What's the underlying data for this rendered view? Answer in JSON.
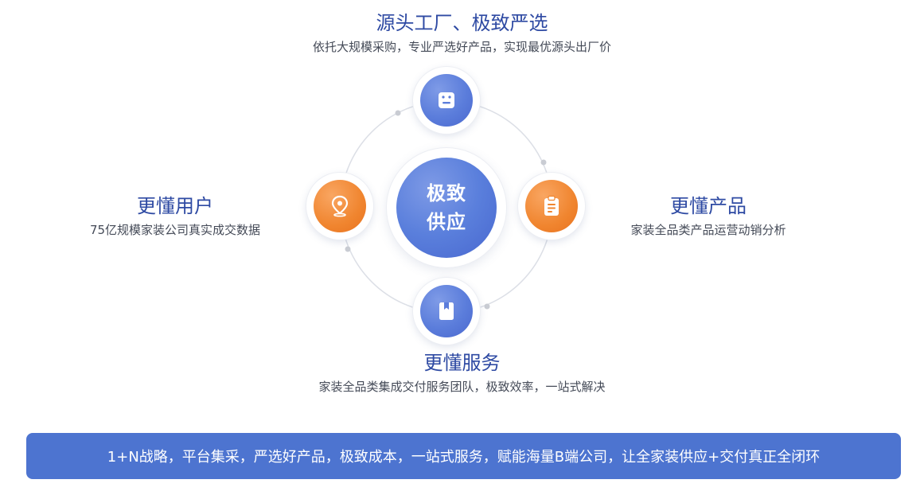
{
  "center": {
    "line1": "极致",
    "line2": "供应"
  },
  "nodes": {
    "top": {
      "title": "源头工厂、极致严选",
      "desc": "依托大规模采购，专业严选好产品，实现最优源头出厂价",
      "icon": "tag-icon"
    },
    "right": {
      "title": "更懂产品",
      "desc": "家装全品类产品运营动销分析",
      "icon": "clipboard-icon"
    },
    "bottom": {
      "title": "更懂服务",
      "desc": "家装全品类集成交付服务团队，极致效率，一站式解决",
      "icon": "book-icon"
    },
    "left": {
      "title": "更懂用户",
      "desc": "75亿规模家装公司真实成交数据",
      "icon": "location-pin-icon"
    }
  },
  "banner": {
    "text": "1+N战略，平台集采，严选好产品，极致成本，一站式服务，赋能海量B端公司，让全家装供应+交付真正全闭环"
  },
  "colors": {
    "blue": "#5b7ddb",
    "orange": "#f0852f",
    "title": "#2e4aa3",
    "banner": "#4d74d0"
  }
}
